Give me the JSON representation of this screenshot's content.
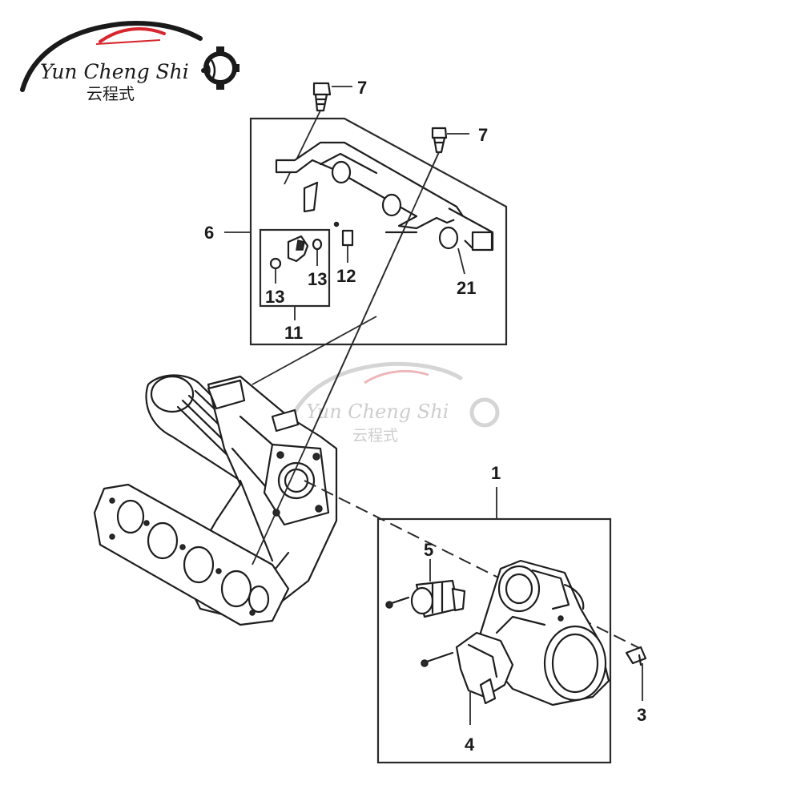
{
  "logo": {
    "name_en": "Yun Cheng Shi",
    "name_cn": "云程式",
    "accent_color": "#d7262e",
    "ink_color": "#1a1a1a"
  },
  "watermark": {
    "name_en": "Yun Cheng Shi",
    "name_cn": "云程式",
    "color": "#c8c8c8"
  },
  "callouts": {
    "c1": "1",
    "c3": "3",
    "c4": "4",
    "c5": "5",
    "c6": "6",
    "c7a": "7",
    "c7b": "7",
    "c11": "11",
    "c12": "12",
    "c13a": "13",
    "c13b": "13",
    "c21": "21"
  }
}
